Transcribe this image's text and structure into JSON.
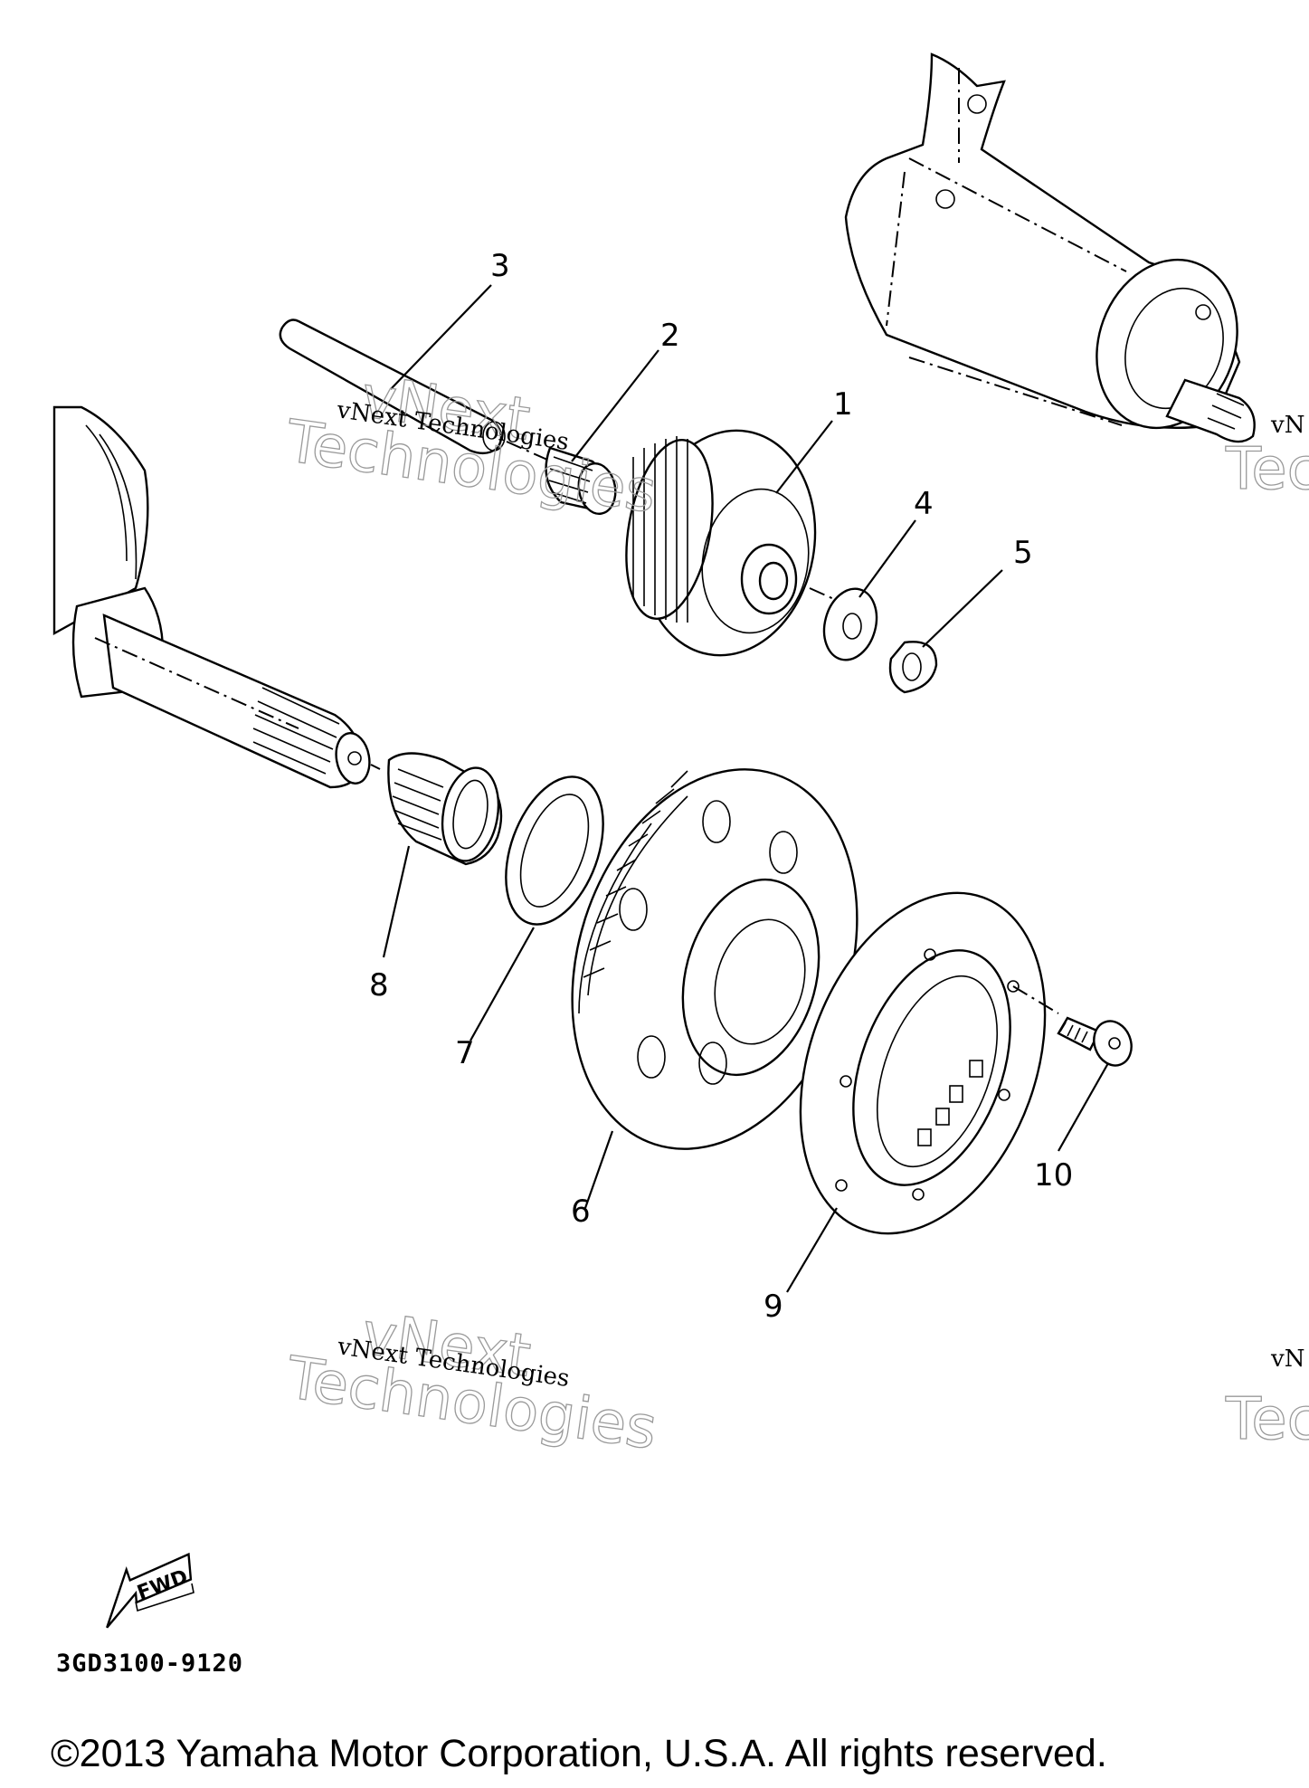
{
  "callouts": {
    "c1": "1",
    "c2": "2",
    "c3": "3",
    "c4": "4",
    "c5": "5",
    "c6": "6",
    "c7": "7",
    "c8": "8",
    "c9": "9",
    "c10": "10"
  },
  "fwd_label": "FWD",
  "diagram_code": "3GD3100-9120",
  "watermark": {
    "small": "vNext Technologies",
    "big1": "vNext",
    "big2": "Technologies",
    "edge_small": "vN",
    "edge_big": "Tec"
  },
  "copyright": "©2013 Yamaha Motor Corporation, U.S.A. All rights reserved."
}
